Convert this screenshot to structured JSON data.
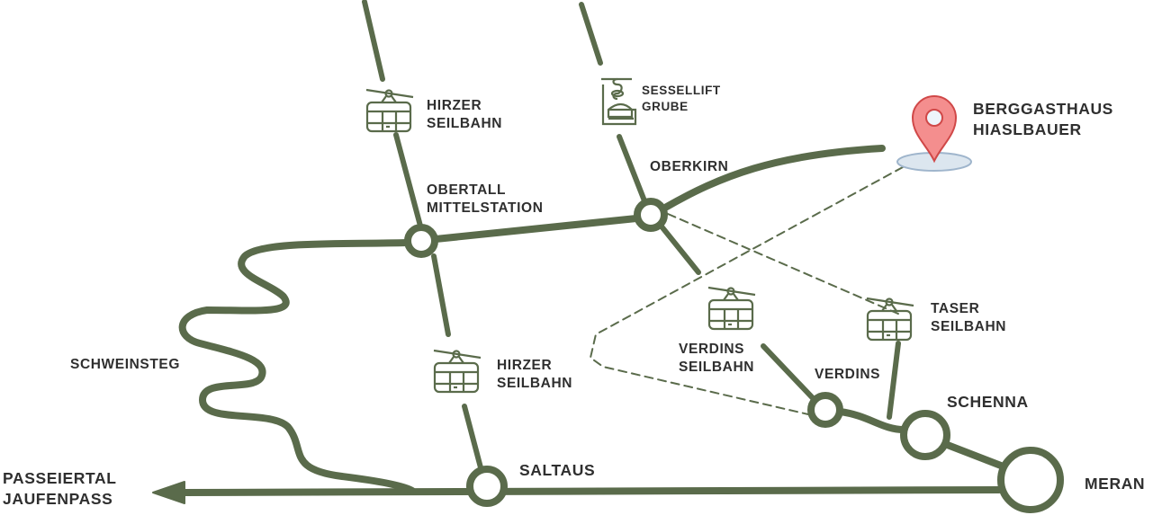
{
  "colors": {
    "route": "#5a6b4b",
    "pin": "#f48e8e",
    "pin_stroke": "#d04848",
    "pin_base": "#dce6ef"
  },
  "destination": {
    "name": "BERGGASTHAUS\nHIASLBAUER",
    "icon": "map-pin-icon"
  },
  "stations": {
    "obertall": "OBERTALL\nMITTELSTATION",
    "oberkirn": "OBERKIRN",
    "saltaus": "SALTAUS",
    "verdins": "VERDINS",
    "schenna": "SCHENNA",
    "meran": "MERAN",
    "schweinsteg": "SCHWEINSTEG",
    "passeiertal": "PASSEIERTAL\nJAUFENPASS"
  },
  "lifts": {
    "hirzer_top": {
      "name": "HIRZER\nSEILBAHN",
      "icon": "gondola-icon"
    },
    "hirzer_bottom": {
      "name": "HIRZER\nSEILBAHN",
      "icon": "gondola-icon"
    },
    "sessellift": {
      "name": "SESSELLIFT\nGRUBE",
      "icon": "chairlift-icon"
    },
    "verdins": {
      "name": "VERDINS\nSEILBAHN",
      "icon": "gondola-icon"
    },
    "taser": {
      "name": "TASER\nSEILBAHN",
      "icon": "gondola-icon"
    }
  }
}
